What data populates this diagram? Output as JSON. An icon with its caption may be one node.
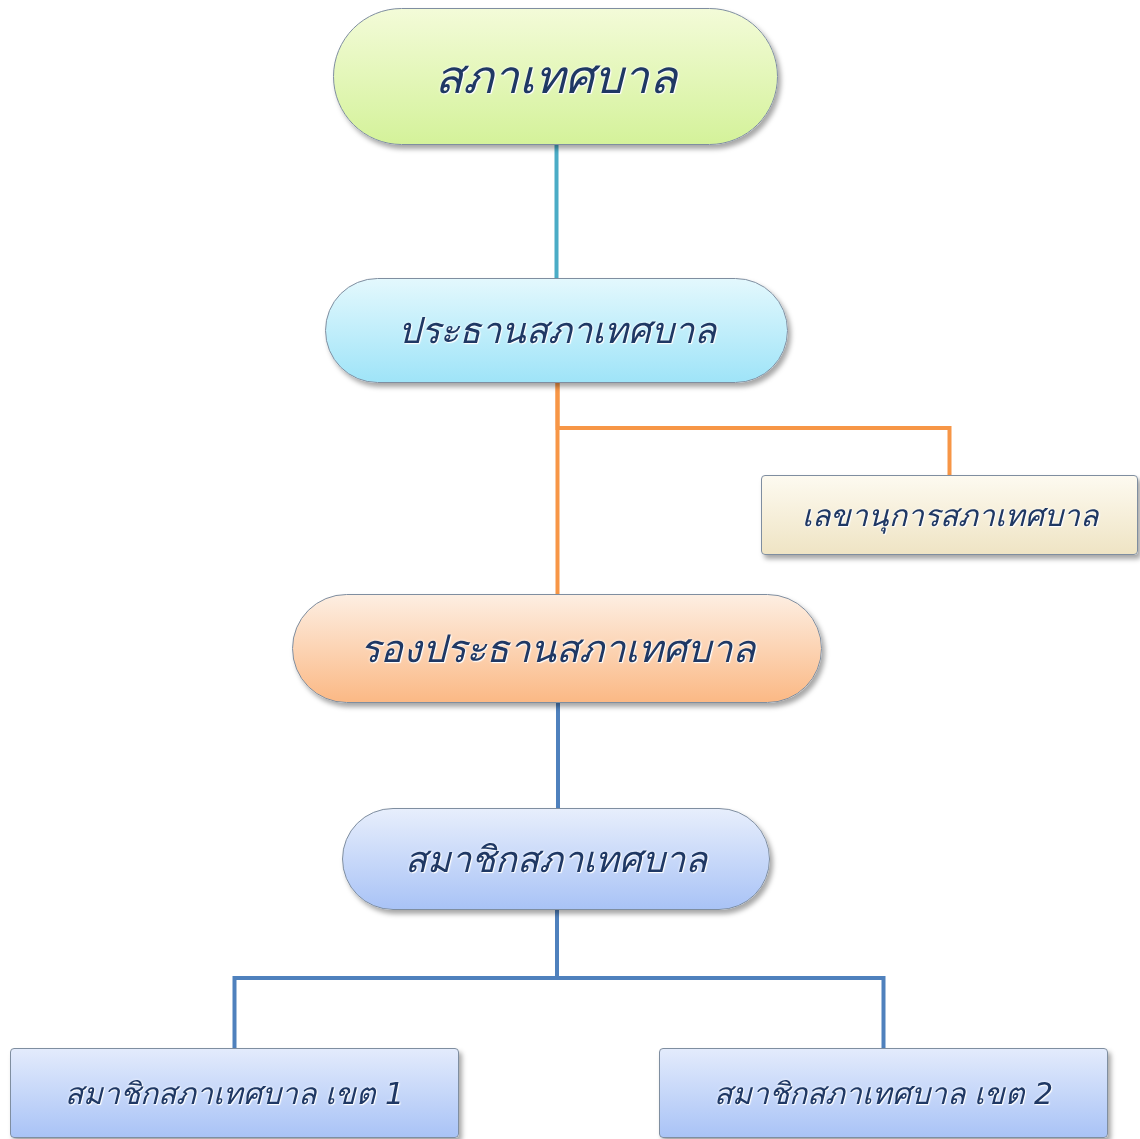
{
  "diagram": {
    "nodes": [
      {
        "text": [
          "สภาเทศบาล"
        ]
      },
      {
        "text": [
          "ประธานสภาเทศบาล"
        ]
      },
      {
        "text": [
          "เลขานุการสภาเทศบาล"
        ]
      },
      {
        "text": [
          "รองประธานสภาเทศบาล"
        ]
      },
      {
        "text": [
          "สมาชิกสภาเทศบาล"
        ]
      },
      {
        "text": [
          "สมาชิกสภาเทศบาล เขต 1"
        ]
      },
      {
        "text": [
          "สมาชิกสภาเทศบาล เขต 2"
        ]
      }
    ],
    "edges": [
      {
        "from": 0,
        "to": 1,
        "arrow": "none",
        "color": "#4bacc6"
      },
      {
        "from": 1,
        "to": 2,
        "arrow": "none",
        "color": "#f79646"
      },
      {
        "from": 1,
        "to": 3,
        "arrow": "none",
        "color": "#f79646"
      },
      {
        "from": 3,
        "to": 4,
        "arrow": "none"
      },
      {
        "from": 4,
        "to": 5,
        "arrow": "none"
      },
      {
        "from": 4,
        "to": 6,
        "arrow": "none"
      }
    ]
  }
}
